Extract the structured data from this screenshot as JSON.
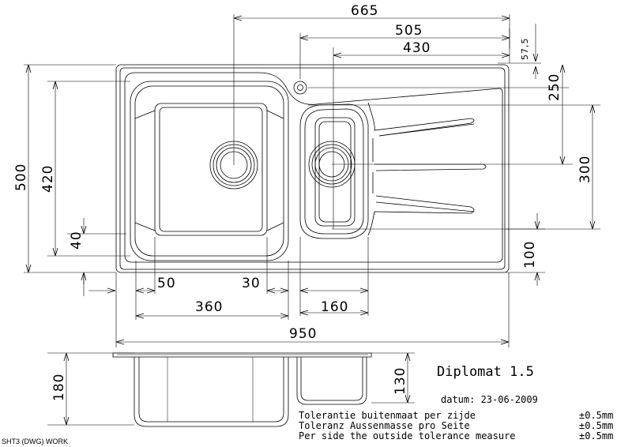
{
  "dimensions": {
    "d665": "665",
    "d505": "505",
    "d430": "430",
    "d57_5": "57,5",
    "d250": "250",
    "d300": "300",
    "d100": "100",
    "d500": "500",
    "d420": "420",
    "d40": "40",
    "d50": "50",
    "d30": "30",
    "d360": "360",
    "d160": "160",
    "d950": "950",
    "d180": "180",
    "d130": "130"
  },
  "title": "Diplomat 1.5",
  "datum": "datum: 23-06-2009",
  "tolerances": [
    {
      "text": "Tolerantie buitenmaat per zijde",
      "value": "±0.5mm"
    },
    {
      "text": "Toleranz Aussenmasse pro Seite",
      "value": "±0.5mm"
    },
    {
      "text": "Per side the outside tolerance measure",
      "value": "±0.5mm"
    }
  ],
  "footer": "SHT3 (DWG) WORK"
}
